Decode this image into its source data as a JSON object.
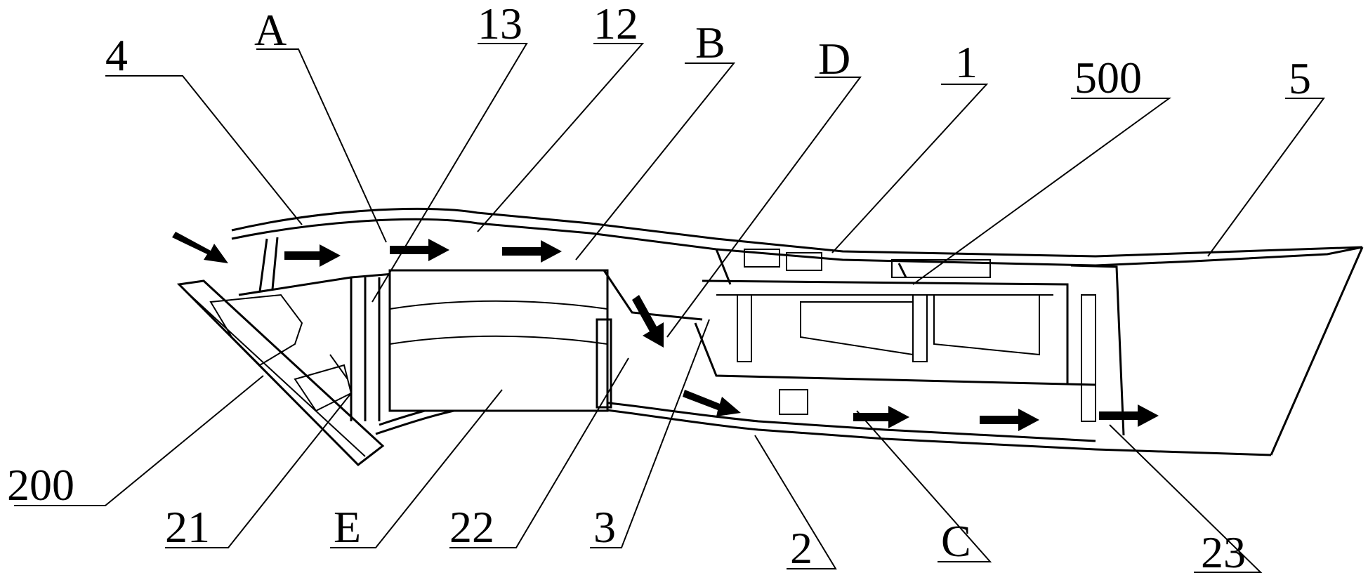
{
  "labels": {
    "l4": "4",
    "lA": "A",
    "l13": "13",
    "l12": "12",
    "lB": "B",
    "lD": "D",
    "l1": "1",
    "l500": "500",
    "l5": "5",
    "l200": "200",
    "l21": "21",
    "lE": "E",
    "l22": "22",
    "l3": "3",
    "l2": "2",
    "lC": "C",
    "l23": "23"
  }
}
